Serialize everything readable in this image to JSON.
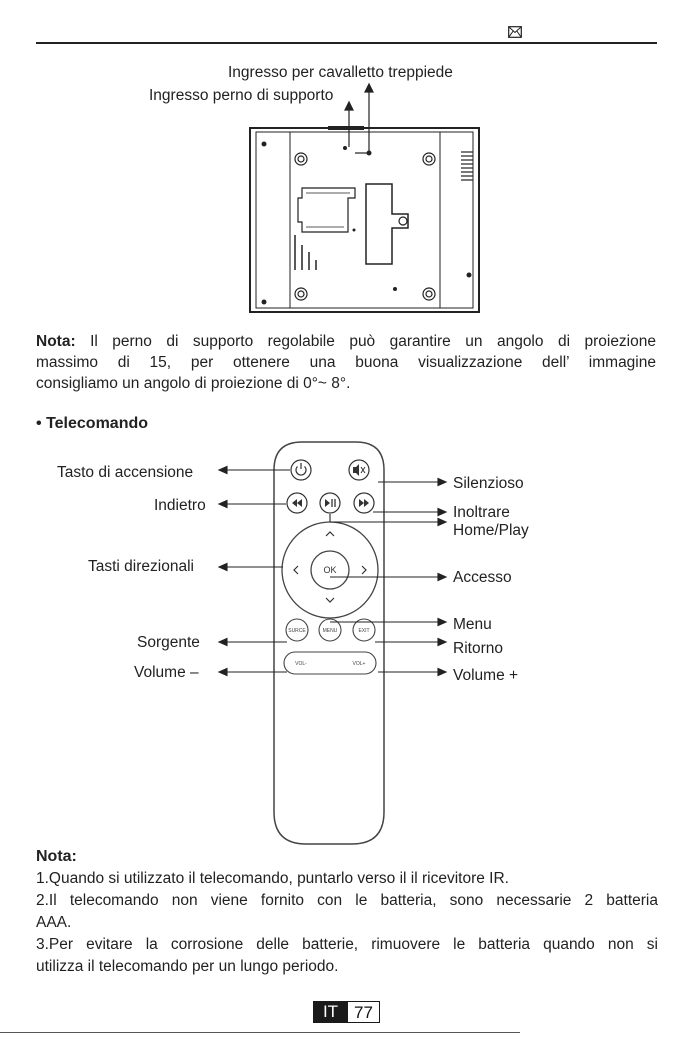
{
  "header": {
    "icon": "envelope-icon"
  },
  "projector": {
    "label_tripod": "Ingresso per cavalletto treppiede",
    "label_support": "Ingresso perno di supporto"
  },
  "note1": {
    "bold": "Nota:",
    "line1": "Il perno di supporto regolabile può garantire un angolo di proiezione",
    "line2": "massimo di 15, per ottenere una buona visualizzazione dell’ immagine",
    "line3": "consigliamo un angolo di proiezione di 0°~ 8°."
  },
  "section": {
    "bullet": "•",
    "title": "Telecomando"
  },
  "remote": {
    "left": {
      "power": "Tasto di accensione",
      "back": "Indietro",
      "directional": "Tasti direzionali",
      "source": "Sorgente",
      "volume_down": "Volume –"
    },
    "right": {
      "mute": "Silenzioso",
      "forward": "Inoltrare",
      "home_play": "Home/Play",
      "access": "Accesso",
      "menu": "Menu",
      "return": "Ritorno",
      "volume_up": "Volume +"
    },
    "buttons": {
      "ok": "OK",
      "source": "SURCE",
      "menu": "MENU",
      "exit": "EXIT",
      "vol_minus": "VOL-",
      "vol_plus": "VOL+"
    }
  },
  "note2": {
    "heading": "Nota:",
    "item1": "1.Quando si utilizzato il telecomando, puntarlo verso il il ricevitore IR.",
    "item2a": "2.Il telecomando non viene fornito con le batteria, sono necessarie 2 batteria",
    "item2b": "AAA.",
    "item3a": "3.Per evitare la corrosione delle batterie, rimuovere le batteria quando non si",
    "item3b": "utilizza il telecomando per un lungo periodo."
  },
  "footer": {
    "lang": "IT",
    "page": "77"
  }
}
